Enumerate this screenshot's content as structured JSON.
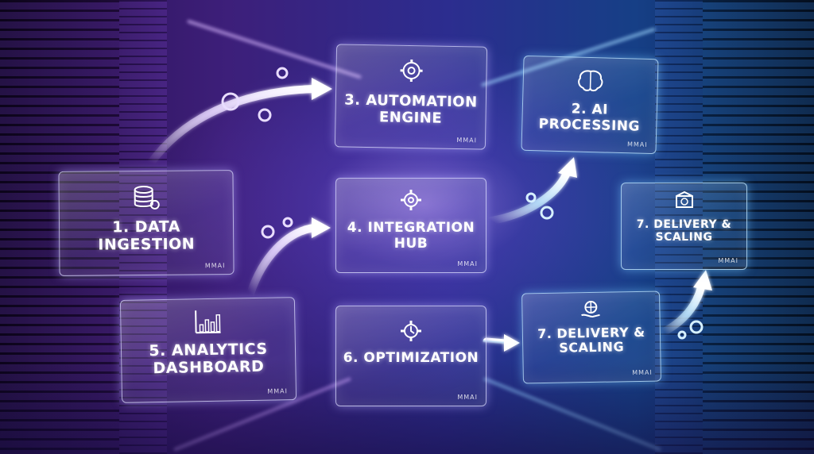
{
  "steps": [
    {
      "id": "data-ingestion",
      "title_line1": "1. DATA",
      "title_line2": "INGESTION",
      "icon": "database-gear-icon"
    },
    {
      "id": "ai-processing",
      "title_line1": "2. AI",
      "title_line2": "PROCESSING",
      "icon": "brain-icon"
    },
    {
      "id": "automation-engine",
      "title_line1": "3. AUTOMATION",
      "title_line2": "ENGINE",
      "icon": "gear-cycle-icon"
    },
    {
      "id": "integration-hub",
      "title_line1": "4. INTEGRATION",
      "title_line2": "HUB",
      "icon": "gear-icon"
    },
    {
      "id": "analytics-dashboard",
      "title_line1": "5. ANALYTICS",
      "title_line2": "DASHBOARD",
      "icon": "bar-chart-icon"
    },
    {
      "id": "optimization",
      "title_line1": "6. OPTIMIZATION",
      "title_line2": "",
      "icon": "gear-refresh-icon"
    },
    {
      "id": "delivery-scaling-lower",
      "title_line1": "7. DELIVERY &",
      "title_line2": "SCALING",
      "icon": "hand-globe-icon"
    },
    {
      "id": "delivery-scaling-upper",
      "title_line1": "7. DELIVERY &",
      "title_line2": "SCALING",
      "icon": "package-box-icon"
    }
  ],
  "watermark": "MMAI",
  "colors": {
    "purple_glow": "#b98cff",
    "blue_glow": "#7fd0ff",
    "arrow_purple": "#e6d6ff",
    "arrow_blue": "#bfe8ff",
    "text": "#ffffff"
  }
}
